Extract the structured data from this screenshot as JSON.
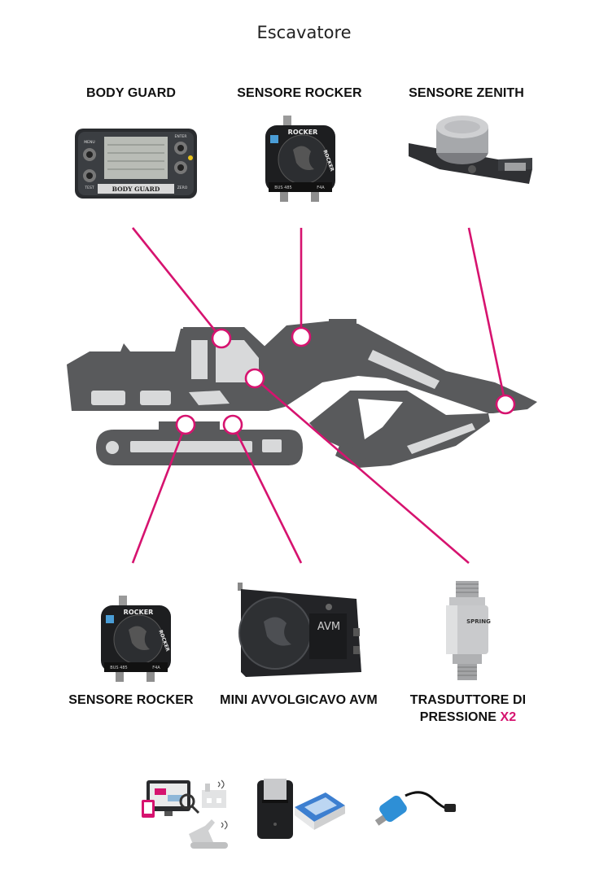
{
  "title": "Escavatore",
  "sensors_top": [
    {
      "name": "BODY GUARD"
    },
    {
      "name": "SENSORE ROCKER"
    },
    {
      "name": "SENSORE ZENITH"
    }
  ],
  "sensors_bottom": [
    {
      "name": "SENSORE ROCKER"
    },
    {
      "name": "MINI AVVOLGICAVO AVM"
    },
    {
      "name_line1": "TRASDUTTORE DI",
      "name_line2": "PRESSIONE",
      "qty": "X2"
    }
  ],
  "device_text": {
    "bodyguard_brand": "BODY GUARD",
    "bodyguard_menu": "MENU",
    "bodyguard_enter": "ENTER",
    "bodyguard_test": "TEST",
    "bodyguard_zero": "ZERO",
    "rocker_title": "ROCKER",
    "rocker_side": "ROCKER",
    "rocker_bus": "BUS 485",
    "rocker_f4a": "F4A",
    "avm_label": "AVM",
    "transducer_brand": "SPRING"
  },
  "colors": {
    "accent": "#d6136f",
    "machine": "#595a5c",
    "machine_light": "#d8d9da"
  }
}
